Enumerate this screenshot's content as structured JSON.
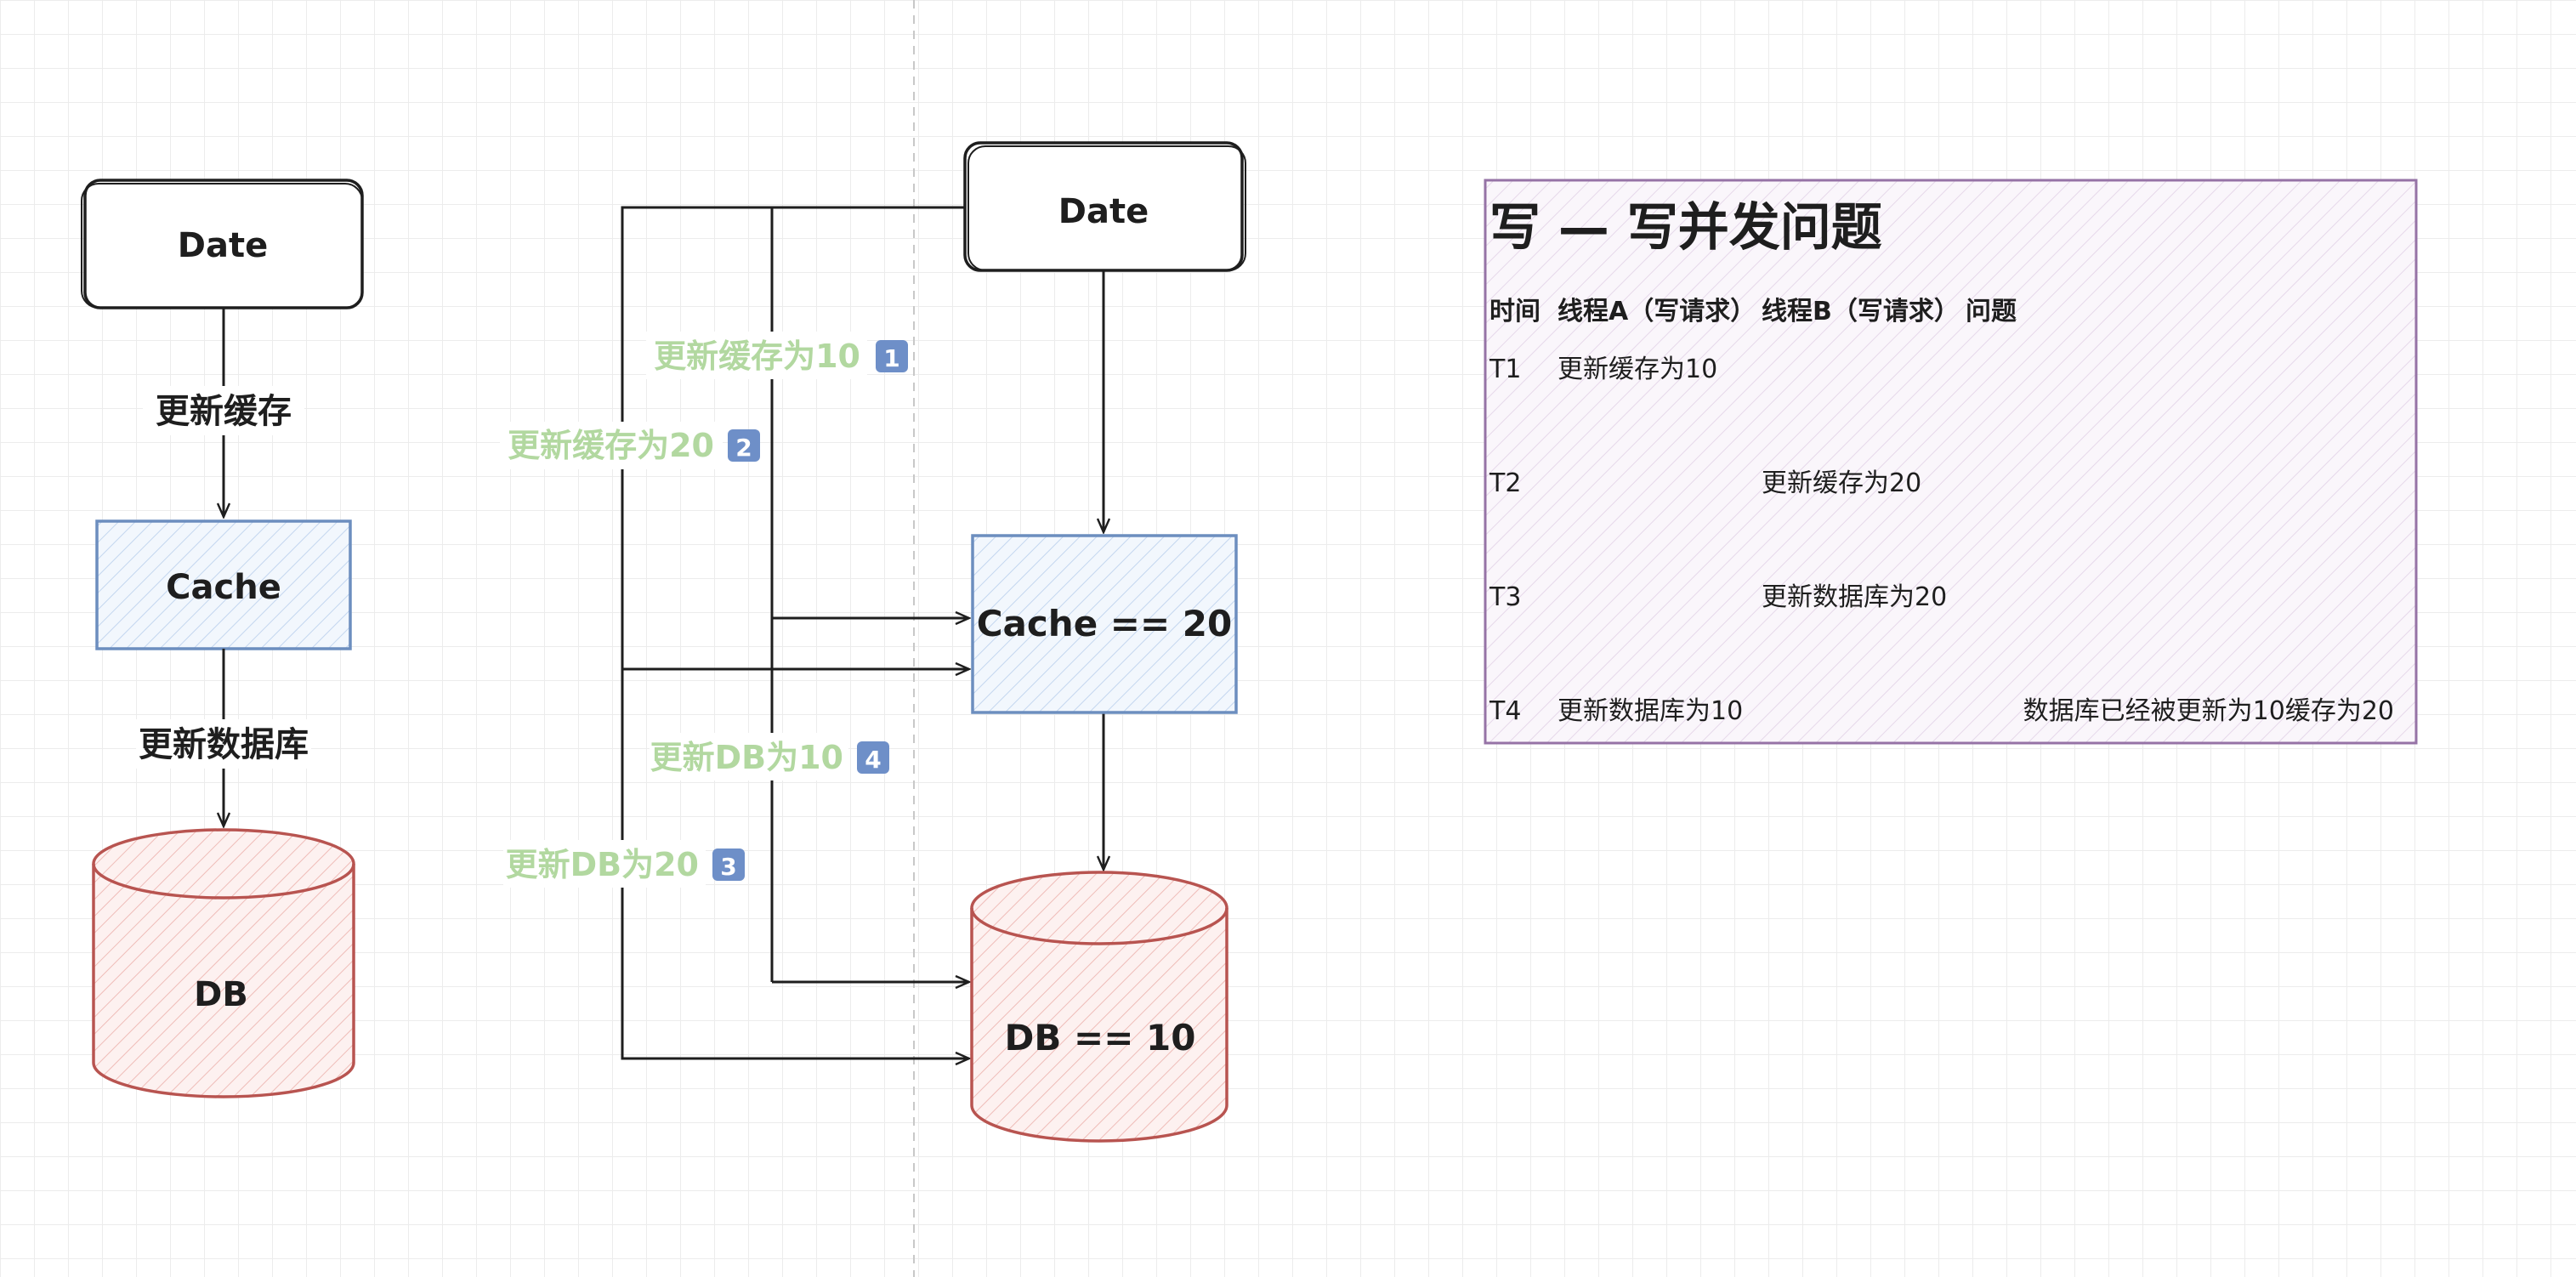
{
  "left_flow": {
    "top_box": "Date",
    "edge1": "更新缓存",
    "middle_box": "Cache",
    "edge2": "更新数据库",
    "bottom_db": "DB"
  },
  "right_flow": {
    "top_box": "Date",
    "cache_box": "Cache == 20",
    "db_box": "DB == 10",
    "steps": [
      {
        "text": "更新缓存为10",
        "badge": "1"
      },
      {
        "text": "更新缓存为20",
        "badge": "2"
      },
      {
        "text": "更新DB为20",
        "badge": "3"
      },
      {
        "text": "更新DB为10",
        "badge": "4"
      }
    ]
  },
  "table": {
    "title": "写 — 写并发问题",
    "headers": [
      "时间",
      "线程A（写请求）",
      "线程B（写请求）",
      "问题"
    ],
    "rows": [
      {
        "time": "T1",
        "thread_a": "更新缓存为10",
        "thread_b": "",
        "issue": ""
      },
      {
        "time": "T2",
        "thread_a": "",
        "thread_b": "更新缓存为20",
        "issue": ""
      },
      {
        "time": "T3",
        "thread_a": "",
        "thread_b": "更新数据库为20",
        "issue": ""
      },
      {
        "time": "T4",
        "thread_a": "更新数据库为10",
        "thread_b": "",
        "issue": "数据库已经被更新为10缓存为20"
      }
    ]
  },
  "colors": {
    "stroke": "#1e1e1e",
    "cache_stroke": "#6c8ebf",
    "cache_fill": "#dae8fc",
    "db_stroke": "#b85450",
    "db_fill": "#f8cecc",
    "table_stroke": "#9673a6",
    "table_fill": "#e1d5e7",
    "step_text": "#b2d8a0"
  }
}
